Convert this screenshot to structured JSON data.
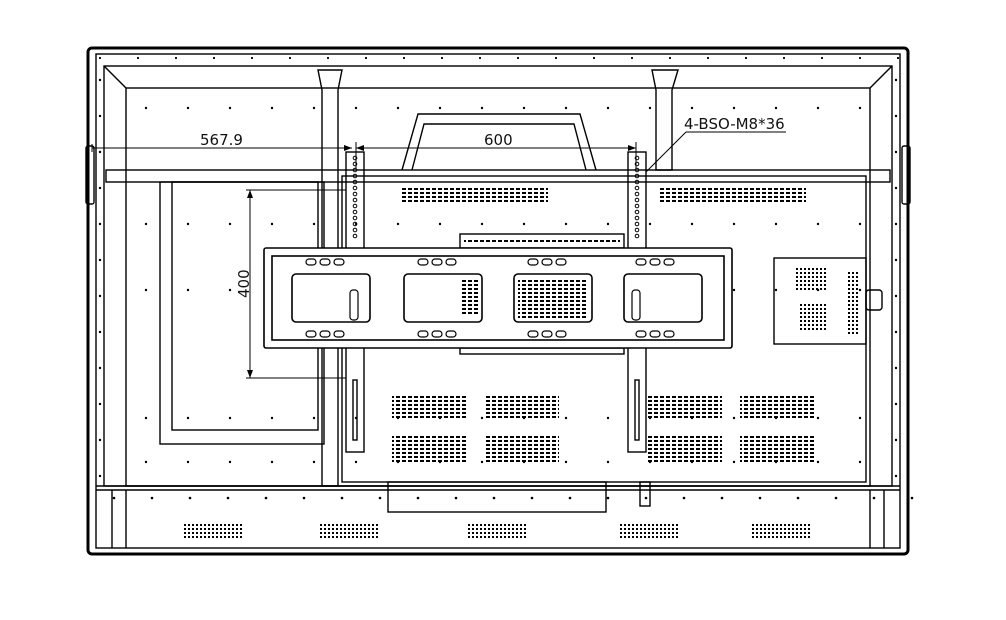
{
  "dimensions": {
    "left_offset": "567.9",
    "horizontal_spacing": "600",
    "vertical_spacing": "400",
    "bolt_spec": "4-BSO-M8*36"
  },
  "colors": {
    "line": "#000000",
    "background": "#ffffff"
  }
}
